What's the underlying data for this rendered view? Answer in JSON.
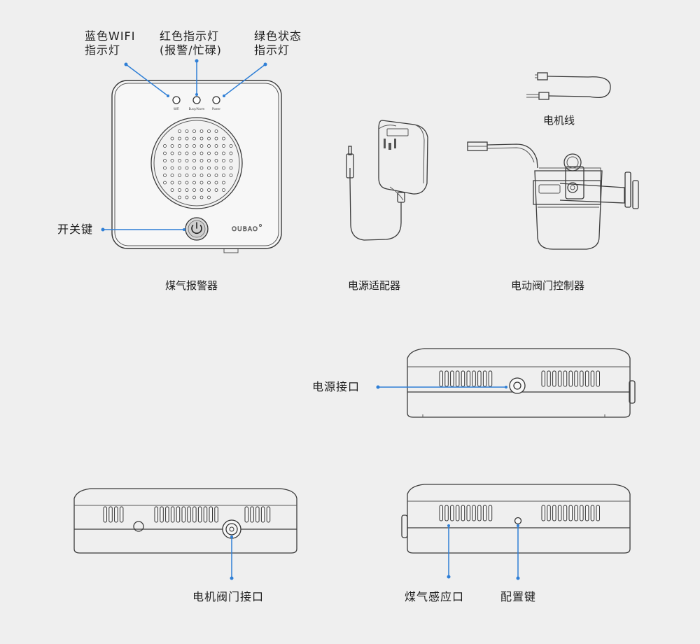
{
  "labels": {
    "blue_wifi": "蓝色WIFI\n指示灯",
    "red_indicator": "红色指示灯\n(报警/忙碌)",
    "green_status": "绿色状态\n指示灯",
    "power_key": "开关键",
    "power_port": "电源接口",
    "motor_valve_port": "电机阀门接口",
    "gas_sensor_port": "煤气感应口",
    "config_key": "配置键"
  },
  "captions": {
    "alarm": "煤气报警器",
    "adapter": "电源适配器",
    "motor_cable": "电机线",
    "valve_controller": "电动阀门控制器"
  },
  "device_text": {
    "led_wifi": "WiFi",
    "led_busy": "Busy/Alarm",
    "led_power": "Power",
    "brand": "OUBAO"
  },
  "colors": {
    "background": "#efefef",
    "leader": "#2f7fd6",
    "outline": "#3a3a3a"
  }
}
